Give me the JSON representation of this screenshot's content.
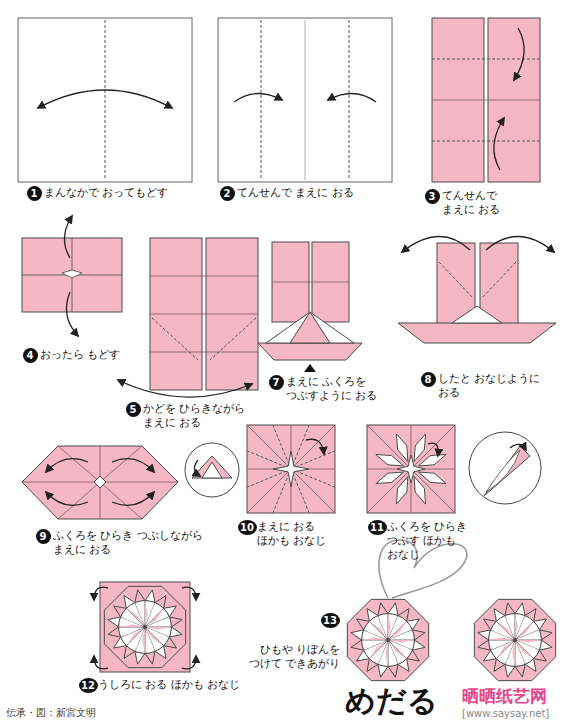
{
  "diagram": {
    "title": "めだる",
    "nodes": [
      {
        "text": [
          "1"
        ]
      },
      {
        "text": [
          "2"
        ]
      },
      {
        "text": [
          "3"
        ]
      },
      {
        "text": [
          "4"
        ]
      },
      {
        "text": [
          "5"
        ]
      },
      {
        "text": [
          "7"
        ]
      },
      {
        "text": [
          "8"
        ]
      },
      {
        "text": [
          "9"
        ]
      },
      {
        "text": [
          "10"
        ]
      },
      {
        "text": [
          "11"
        ]
      },
      {
        "text": [
          "12"
        ]
      },
      {
        "text": [
          "13"
        ]
      }
    ],
    "labels": [
      "まんなかで おってもどす",
      "てんせんで まえに おる",
      "てんせんで まえに おる",
      "おったら もどす",
      "かどを ひらきながら まえに おる",
      "まえに ふくろを つぶすように おる",
      "したと おなじように おる",
      "ふくろを ひらき つぶしながら まえに おる",
      "まえに おる ほかも おなじ",
      "ふくろを ひらき つぶす ほかも おなじ",
      "うしろに おる ほかも おなじ",
      "ひもや りぼんを つけて できあがり",
      "伝承・図：新宮文明",
      "晒晒纸艺网",
      "[www.saysay.net]"
    ]
  }
}
